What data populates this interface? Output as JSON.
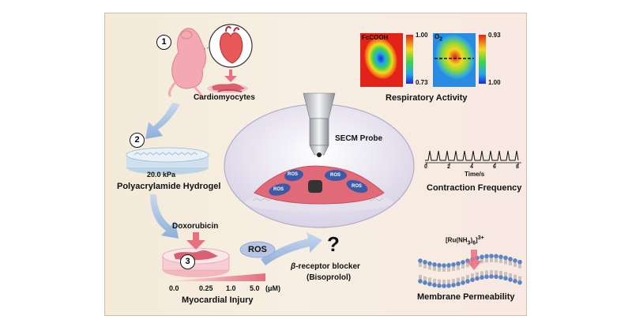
{
  "steps": {
    "one": "1",
    "two": "2",
    "three": "3"
  },
  "labels": {
    "cardiomyocytes": "Cardiomyocytes",
    "stiffness": "20.0 kPa",
    "hydrogel": "Polyacrylamide Hydrogel",
    "doxorubicin": "Doxorubicin",
    "ros_badge": "ROS",
    "myocardial_injury": "Myocardial Injury",
    "secm_probe": "SECM Probe",
    "ros_in_cell": "ROS",
    "respiratory_activity": "Respiratory Activity",
    "contraction_frequency": "Contraction Frequency",
    "membrane_permeability": "Membrane Permeability",
    "question": "?",
    "blocker_prefix": "β",
    "blocker_rest": "-receptor blocker",
    "bisoprolol": "(Bisoprolol)",
    "ru_base": "[Ru(NH",
    "ru_sub": "3",
    "ru_mid": ")",
    "ru_sub2": "6",
    "ru_end": "]",
    "ru_charge": "3+"
  },
  "doses": {
    "d0": "0.0",
    "d1": "0.25",
    "d2": "1.0",
    "d3": "5.0",
    "unit": "(μM)"
  },
  "heatmaps": {
    "fc_label": "FcCOOH",
    "fc_max": "1.00",
    "fc_min": "0.73",
    "o2_label": "O",
    "o2_sub": "2",
    "o2_max": "0.93",
    "o2_min": "1.00"
  },
  "trace": {
    "xlabel": "Time/s",
    "ticks": [
      "0",
      "2",
      "4",
      "6",
      "8"
    ]
  },
  "colors": {
    "cell": "#e06a78",
    "arrow": "#a9c2e2",
    "membrane_head": "#5b84c4"
  }
}
